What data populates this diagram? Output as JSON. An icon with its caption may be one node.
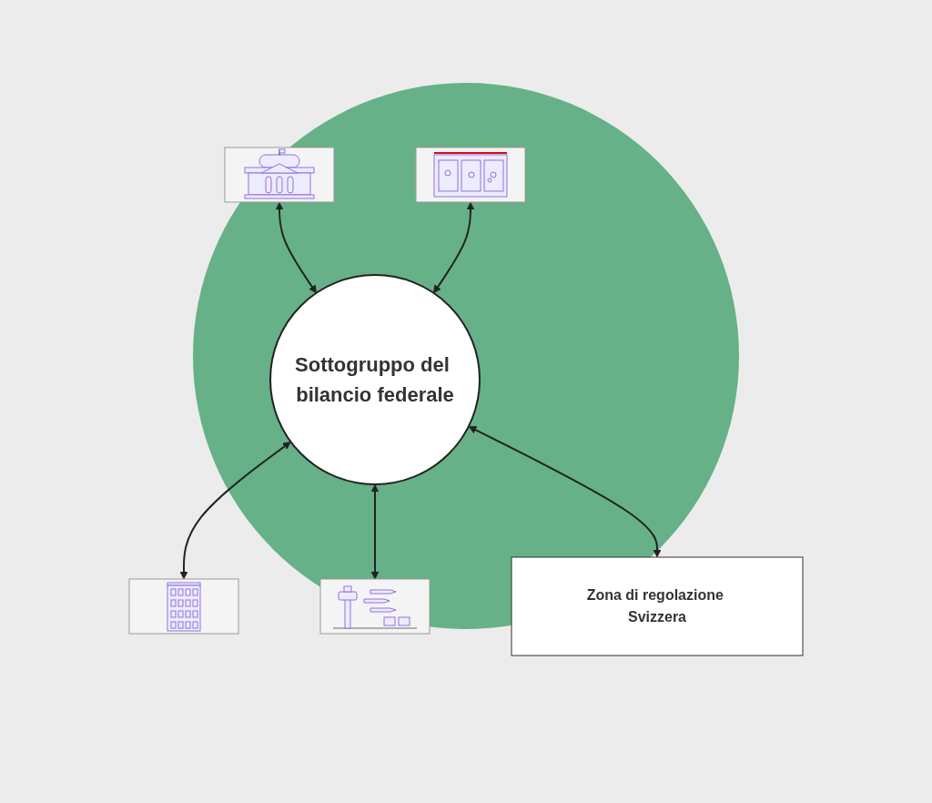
{
  "diagram": {
    "nodes": [
      {
        "text": [],
        "shape": "picture"
      },
      {
        "text": [],
        "shape": "picture"
      },
      {
        "text": [
          "Sottogruppo del bilancio federale"
        ]
      },
      {
        "text": [],
        "shape": "picture"
      },
      {
        "text": [],
        "shape": "picture"
      },
      {
        "text": [
          "Zona di regolazione Svizzera"
        ]
      }
    ],
    "edges": [
      {
        "from": 0,
        "to": 2,
        "arrow": "both"
      },
      {
        "from": 1,
        "to": 2,
        "arrow": "both"
      },
      {
        "from": 2,
        "to": 3,
        "arrow": "both"
      },
      {
        "from": 2,
        "to": 4,
        "arrow": "both"
      },
      {
        "from": 2,
        "to": 5,
        "arrow": "both"
      }
    ]
  }
}
